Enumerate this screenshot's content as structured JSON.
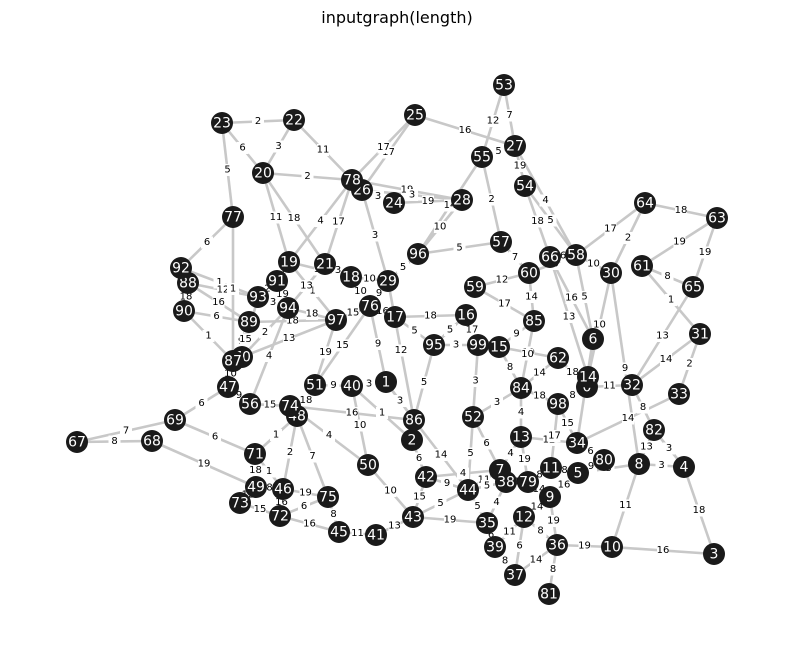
{
  "title": "inputgraph(length)",
  "nodes": [
    "0",
    "1",
    "2",
    "3",
    "4",
    "5",
    "6",
    "7",
    "8",
    "9",
    "10",
    "11",
    "12",
    "13",
    "14",
    "15",
    "16",
    "17",
    "18",
    "19",
    "20",
    "21",
    "22",
    "23",
    "24",
    "25",
    "26",
    "27",
    "28",
    "29",
    "30",
    "31",
    "32",
    "33",
    "34",
    "35",
    "36",
    "37",
    "38",
    "39",
    "40",
    "41",
    "42",
    "43",
    "44",
    "45",
    "46",
    "47",
    "48",
    "49",
    "50",
    "51",
    "52",
    "53",
    "54",
    "55",
    "56",
    "57",
    "58",
    "59",
    "60",
    "61",
    "62",
    "63",
    "64",
    "65",
    "66",
    "67",
    "68",
    "69",
    "70",
    "71",
    "72",
    "73",
    "74",
    "75",
    "76",
    "77",
    "78",
    "79",
    "80",
    "81",
    "82",
    "84",
    "85",
    "86",
    "87",
    "88",
    "89",
    "90",
    "91",
    "92",
    "93",
    "94",
    "95",
    "96",
    "97",
    "98",
    "99"
  ],
  "edges": [
    {
      "a": "23",
      "b": "22",
      "w": "2"
    },
    {
      "a": "23",
      "b": "20",
      "w": "6"
    },
    {
      "a": "23",
      "b": "77",
      "w": "5"
    },
    {
      "a": "22",
      "b": "20",
      "w": "3"
    },
    {
      "a": "22",
      "b": "78",
      "w": "11"
    },
    {
      "a": "20",
      "b": "78",
      "w": "2"
    },
    {
      "a": "20",
      "b": "21",
      "w": "18"
    },
    {
      "a": "20",
      "b": "19",
      "w": "11"
    },
    {
      "a": "25",
      "b": "26",
      "w": "17"
    },
    {
      "a": "25",
      "b": "78",
      "w": "17"
    },
    {
      "a": "25",
      "b": "27",
      "w": "16"
    },
    {
      "a": "53",
      "b": "27",
      "w": "7"
    },
    {
      "a": "53",
      "b": "55",
      "w": "12"
    },
    {
      "a": "27",
      "b": "55",
      "w": "5"
    },
    {
      "a": "27",
      "b": "54",
      "w": "19"
    },
    {
      "a": "27",
      "b": "58",
      "w": "4"
    },
    {
      "a": "55",
      "b": "57",
      "w": "2"
    },
    {
      "a": "55",
      "b": "96",
      "w": "14"
    },
    {
      "a": "78",
      "b": "26",
      "w": "11"
    },
    {
      "a": "78",
      "b": "28",
      "w": "19"
    },
    {
      "a": "26",
      "b": "24",
      "w": "3"
    },
    {
      "a": "26",
      "b": "28",
      "w": "3"
    },
    {
      "a": "26",
      "b": "29",
      "w": "3"
    },
    {
      "a": "78",
      "b": "21",
      "w": "17"
    },
    {
      "a": "78",
      "b": "19",
      "w": "4"
    },
    {
      "a": "28",
      "b": "96",
      "w": "10"
    },
    {
      "a": "54",
      "b": "58",
      "w": "5"
    },
    {
      "a": "54",
      "b": "66",
      "w": "18"
    },
    {
      "a": "64",
      "b": "63",
      "w": "18"
    },
    {
      "a": "64",
      "b": "58",
      "w": "17"
    },
    {
      "a": "64",
      "b": "30",
      "w": "2"
    },
    {
      "a": "63",
      "b": "61",
      "w": "19"
    },
    {
      "a": "63",
      "b": "65",
      "w": "19"
    },
    {
      "a": "61",
      "b": "65",
      "w": "8"
    },
    {
      "a": "61",
      "b": "31",
      "w": "1"
    },
    {
      "a": "30",
      "b": "58",
      "w": "10"
    },
    {
      "a": "30",
      "b": "8",
      "w": "9"
    },
    {
      "a": "30",
      "b": "14",
      "w": "10"
    },
    {
      "a": "65",
      "b": "32",
      "w": "13"
    },
    {
      "a": "31",
      "b": "32",
      "w": "14"
    },
    {
      "a": "31",
      "b": "33",
      "w": "2"
    },
    {
      "a": "58",
      "b": "6",
      "w": "5"
    },
    {
      "a": "58",
      "b": "66",
      "w": "6"
    },
    {
      "a": "60",
      "b": "58",
      "w": "10"
    },
    {
      "a": "60",
      "b": "59",
      "w": "12"
    },
    {
      "a": "60",
      "b": "85",
      "w": "14"
    },
    {
      "a": "66",
      "b": "14",
      "w": "13"
    },
    {
      "a": "66",
      "b": "6",
      "w": "16"
    },
    {
      "a": "57",
      "b": "60",
      "w": "7"
    },
    {
      "a": "57",
      "b": "96",
      "w": "5"
    },
    {
      "a": "96",
      "b": "29",
      "w": "5"
    },
    {
      "a": "96",
      "b": "83",
      "w": "18"
    },
    {
      "a": "29",
      "b": "18",
      "w": "10"
    },
    {
      "a": "29",
      "b": "76",
      "w": "9"
    },
    {
      "a": "29",
      "b": "86",
      "w": "12"
    },
    {
      "a": "83",
      "b": "59",
      "w": "16"
    },
    {
      "a": "83",
      "b": "17",
      "w": "2"
    },
    {
      "a": "83",
      "b": "95",
      "w": "6"
    },
    {
      "a": "16",
      "b": "99",
      "w": "17"
    },
    {
      "a": "16",
      "b": "17",
      "w": "18"
    },
    {
      "a": "16",
      "b": "95",
      "w": "5"
    },
    {
      "a": "99",
      "b": "15",
      "w": "9"
    },
    {
      "a": "15",
      "b": "62",
      "w": "10"
    },
    {
      "a": "15",
      "b": "85",
      "w": "9"
    },
    {
      "a": "62",
      "b": "0",
      "w": "18"
    },
    {
      "a": "14",
      "b": "0",
      "w": "18"
    },
    {
      "a": "0",
      "b": "98",
      "w": "8"
    },
    {
      "a": "0",
      "b": "32",
      "w": "11"
    },
    {
      "a": "32",
      "b": "82",
      "w": "8"
    },
    {
      "a": "82",
      "b": "8",
      "w": "13"
    },
    {
      "a": "82",
      "b": "4",
      "w": "3"
    },
    {
      "a": "4",
      "b": "8",
      "w": "3"
    },
    {
      "a": "4",
      "b": "3",
      "w": "18"
    },
    {
      "a": "8",
      "b": "10",
      "w": "11"
    },
    {
      "a": "10",
      "b": "3",
      "w": "16"
    },
    {
      "a": "10",
      "b": "36",
      "w": "19"
    },
    {
      "a": "8",
      "b": "5",
      "w": "3"
    },
    {
      "a": "33",
      "b": "34",
      "w": "14"
    },
    {
      "a": "34",
      "b": "98",
      "w": "15"
    },
    {
      "a": "34",
      "b": "80",
      "w": "6"
    },
    {
      "a": "34",
      "b": "13",
      "w": "12"
    },
    {
      "a": "84",
      "b": "98",
      "w": "18"
    },
    {
      "a": "84",
      "b": "15",
      "w": "8"
    },
    {
      "a": "84",
      "b": "13",
      "w": "4"
    },
    {
      "a": "84",
      "b": "52",
      "w": "3"
    },
    {
      "a": "98",
      "b": "11",
      "w": "17"
    },
    {
      "a": "13",
      "b": "7",
      "w": "4"
    },
    {
      "a": "11",
      "b": "5",
      "w": "8"
    },
    {
      "a": "11",
      "b": "79",
      "w": "8"
    },
    {
      "a": "5",
      "b": "9",
      "w": "16"
    },
    {
      "a": "9",
      "b": "12",
      "w": "14"
    },
    {
      "a": "9",
      "b": "36",
      "w": "19"
    },
    {
      "a": "12",
      "b": "36",
      "w": "8"
    },
    {
      "a": "36",
      "b": "81",
      "w": "8"
    },
    {
      "a": "36",
      "b": "37",
      "w": "14"
    },
    {
      "a": "12",
      "b": "39",
      "w": "11"
    },
    {
      "a": "35",
      "b": "39",
      "w": "6"
    },
    {
      "a": "35",
      "b": "38",
      "w": "4"
    },
    {
      "a": "38",
      "b": "79",
      "w": "1"
    },
    {
      "a": "38",
      "b": "7",
      "w": "2"
    },
    {
      "a": "39",
      "b": "37",
      "w": "8"
    },
    {
      "a": "44",
      "b": "7",
      "w": "11"
    },
    {
      "a": "44",
      "b": "38",
      "w": "5"
    },
    {
      "a": "44",
      "b": "35",
      "w": "5"
    },
    {
      "a": "44",
      "b": "42",
      "w": "9"
    },
    {
      "a": "52",
      "b": "44",
      "w": "5"
    },
    {
      "a": "52",
      "b": "7",
      "w": "6"
    },
    {
      "a": "86",
      "b": "2",
      "w": "6"
    },
    {
      "a": "86",
      "b": "1",
      "w": "3"
    },
    {
      "a": "86",
      "b": "44",
      "w": "14"
    },
    {
      "a": "86",
      "b": "95",
      "w": "5"
    },
    {
      "a": "2",
      "b": "40",
      "w": "1"
    },
    {
      "a": "2",
      "b": "42",
      "w": "6"
    },
    {
      "a": "42",
      "b": "43",
      "w": "15"
    },
    {
      "a": "43",
      "b": "41",
      "w": "13"
    },
    {
      "a": "43",
      "b": "35",
      "w": "19"
    },
    {
      "a": "43",
      "b": "44",
      "w": "5"
    },
    {
      "a": "41",
      "b": "45",
      "w": "11"
    },
    {
      "a": "45",
      "b": "75",
      "w": "8"
    },
    {
      "a": "45",
      "b": "72",
      "w": "16"
    },
    {
      "a": "50",
      "b": "43",
      "w": "10"
    },
    {
      "a": "50",
      "b": "74",
      "w": "4"
    },
    {
      "a": "40",
      "b": "50",
      "w": "10"
    },
    {
      "a": "40",
      "b": "51",
      "w": "9"
    },
    {
      "a": "40",
      "b": "1",
      "w": "3"
    },
    {
      "a": "1",
      "b": "86",
      "w": "3"
    },
    {
      "a": "51",
      "b": "76",
      "w": "15"
    },
    {
      "a": "51",
      "b": "48",
      "w": "18"
    },
    {
      "a": "51",
      "b": "97",
      "w": "19"
    },
    {
      "a": "48",
      "b": "74",
      "w": "6"
    },
    {
      "a": "48",
      "b": "71",
      "w": "1"
    },
    {
      "a": "48",
      "b": "75",
      "w": "7"
    },
    {
      "a": "48",
      "b": "46",
      "w": "2"
    },
    {
      "a": "74",
      "b": "56",
      "w": "15"
    },
    {
      "a": "74",
      "b": "86",
      "w": "16"
    },
    {
      "a": "56",
      "b": "47",
      "w": "9"
    },
    {
      "a": "56",
      "b": "94",
      "w": "4"
    },
    {
      "a": "47",
      "b": "87",
      "w": "10"
    },
    {
      "a": "47",
      "b": "69",
      "w": "6"
    },
    {
      "a": "69",
      "b": "67",
      "w": "7"
    },
    {
      "a": "69",
      "b": "71",
      "w": "6"
    },
    {
      "a": "67",
      "b": "68",
      "w": "8"
    },
    {
      "a": "68",
      "b": "49",
      "w": "19"
    },
    {
      "a": "71",
      "b": "49",
      "w": "18"
    },
    {
      "a": "71",
      "b": "46",
      "w": "1"
    },
    {
      "a": "49",
      "b": "73",
      "w": "12"
    },
    {
      "a": "49",
      "b": "46",
      "w": "8"
    },
    {
      "a": "73",
      "b": "72",
      "w": "15"
    },
    {
      "a": "46",
      "b": "72",
      "w": "16"
    },
    {
      "a": "72",
      "b": "75",
      "w": "6"
    },
    {
      "a": "46",
      "b": "75",
      "w": "19"
    },
    {
      "a": "92",
      "b": "88",
      "w": "18"
    },
    {
      "a": "92",
      "b": "93",
      "w": "1"
    },
    {
      "a": "92",
      "b": "77",
      "w": "6"
    },
    {
      "a": "88",
      "b": "89",
      "w": "16"
    },
    {
      "a": "88",
      "b": "90",
      "w": "18"
    },
    {
      "a": "88",
      "b": "93",
      "w": "12"
    },
    {
      "a": "90",
      "b": "89",
      "w": "6"
    },
    {
      "a": "90",
      "b": "87",
      "w": "1"
    },
    {
      "a": "93",
      "b": "94",
      "w": "3"
    },
    {
      "a": "93",
      "b": "70",
      "w": "15"
    },
    {
      "a": "89",
      "b": "97",
      "w": "18"
    },
    {
      "a": "89",
      "b": "87",
      "w": "9"
    },
    {
      "a": "89",
      "b": "70",
      "w": "15"
    },
    {
      "a": "87",
      "b": "70",
      "w": "11"
    },
    {
      "a": "91",
      "b": "19",
      "w": "1"
    },
    {
      "a": "91",
      "b": "93",
      "w": "2"
    },
    {
      "a": "19",
      "b": "18",
      "w": "13"
    },
    {
      "a": "19",
      "b": "97",
      "w": "1"
    },
    {
      "a": "21",
      "b": "18",
      "w": "3"
    },
    {
      "a": "21",
      "b": "94",
      "w": "13"
    },
    {
      "a": "18",
      "b": "76",
      "w": "10"
    },
    {
      "a": "94",
      "b": "97",
      "w": "18"
    },
    {
      "a": "94",
      "b": "70",
      "w": "2"
    },
    {
      "a": "97",
      "b": "76",
      "w": "15"
    },
    {
      "a": "76",
      "b": "17",
      "w": "16"
    },
    {
      "a": "76",
      "b": "1",
      "w": "9"
    },
    {
      "a": "17",
      "b": "95",
      "w": "5"
    },
    {
      "a": "95",
      "b": "99",
      "w": "3"
    },
    {
      "a": "99",
      "b": "52",
      "w": "3"
    },
    {
      "a": "59",
      "b": "85",
      "w": "17"
    },
    {
      "a": "85",
      "b": "84",
      "w": "10"
    },
    {
      "a": "62",
      "b": "84",
      "w": "14"
    },
    {
      "a": "6",
      "b": "34",
      "w": "15"
    },
    {
      "a": "80",
      "b": "5",
      "w": "9"
    },
    {
      "a": "77",
      "b": "87",
      "w": "1"
    },
    {
      "a": "24",
      "b": "28",
      "w": "19"
    },
    {
      "a": "91",
      "b": "94",
      "w": "19"
    },
    {
      "a": "70",
      "b": "97",
      "w": "13"
    },
    {
      "a": "13",
      "b": "79",
      "w": "19"
    },
    {
      "a": "79",
      "b": "9",
      "w": "14"
    },
    {
      "a": "37",
      "b": "12",
      "w": "6"
    },
    {
      "a": "42",
      "b": "7",
      "w": "4"
    }
  ]
}
